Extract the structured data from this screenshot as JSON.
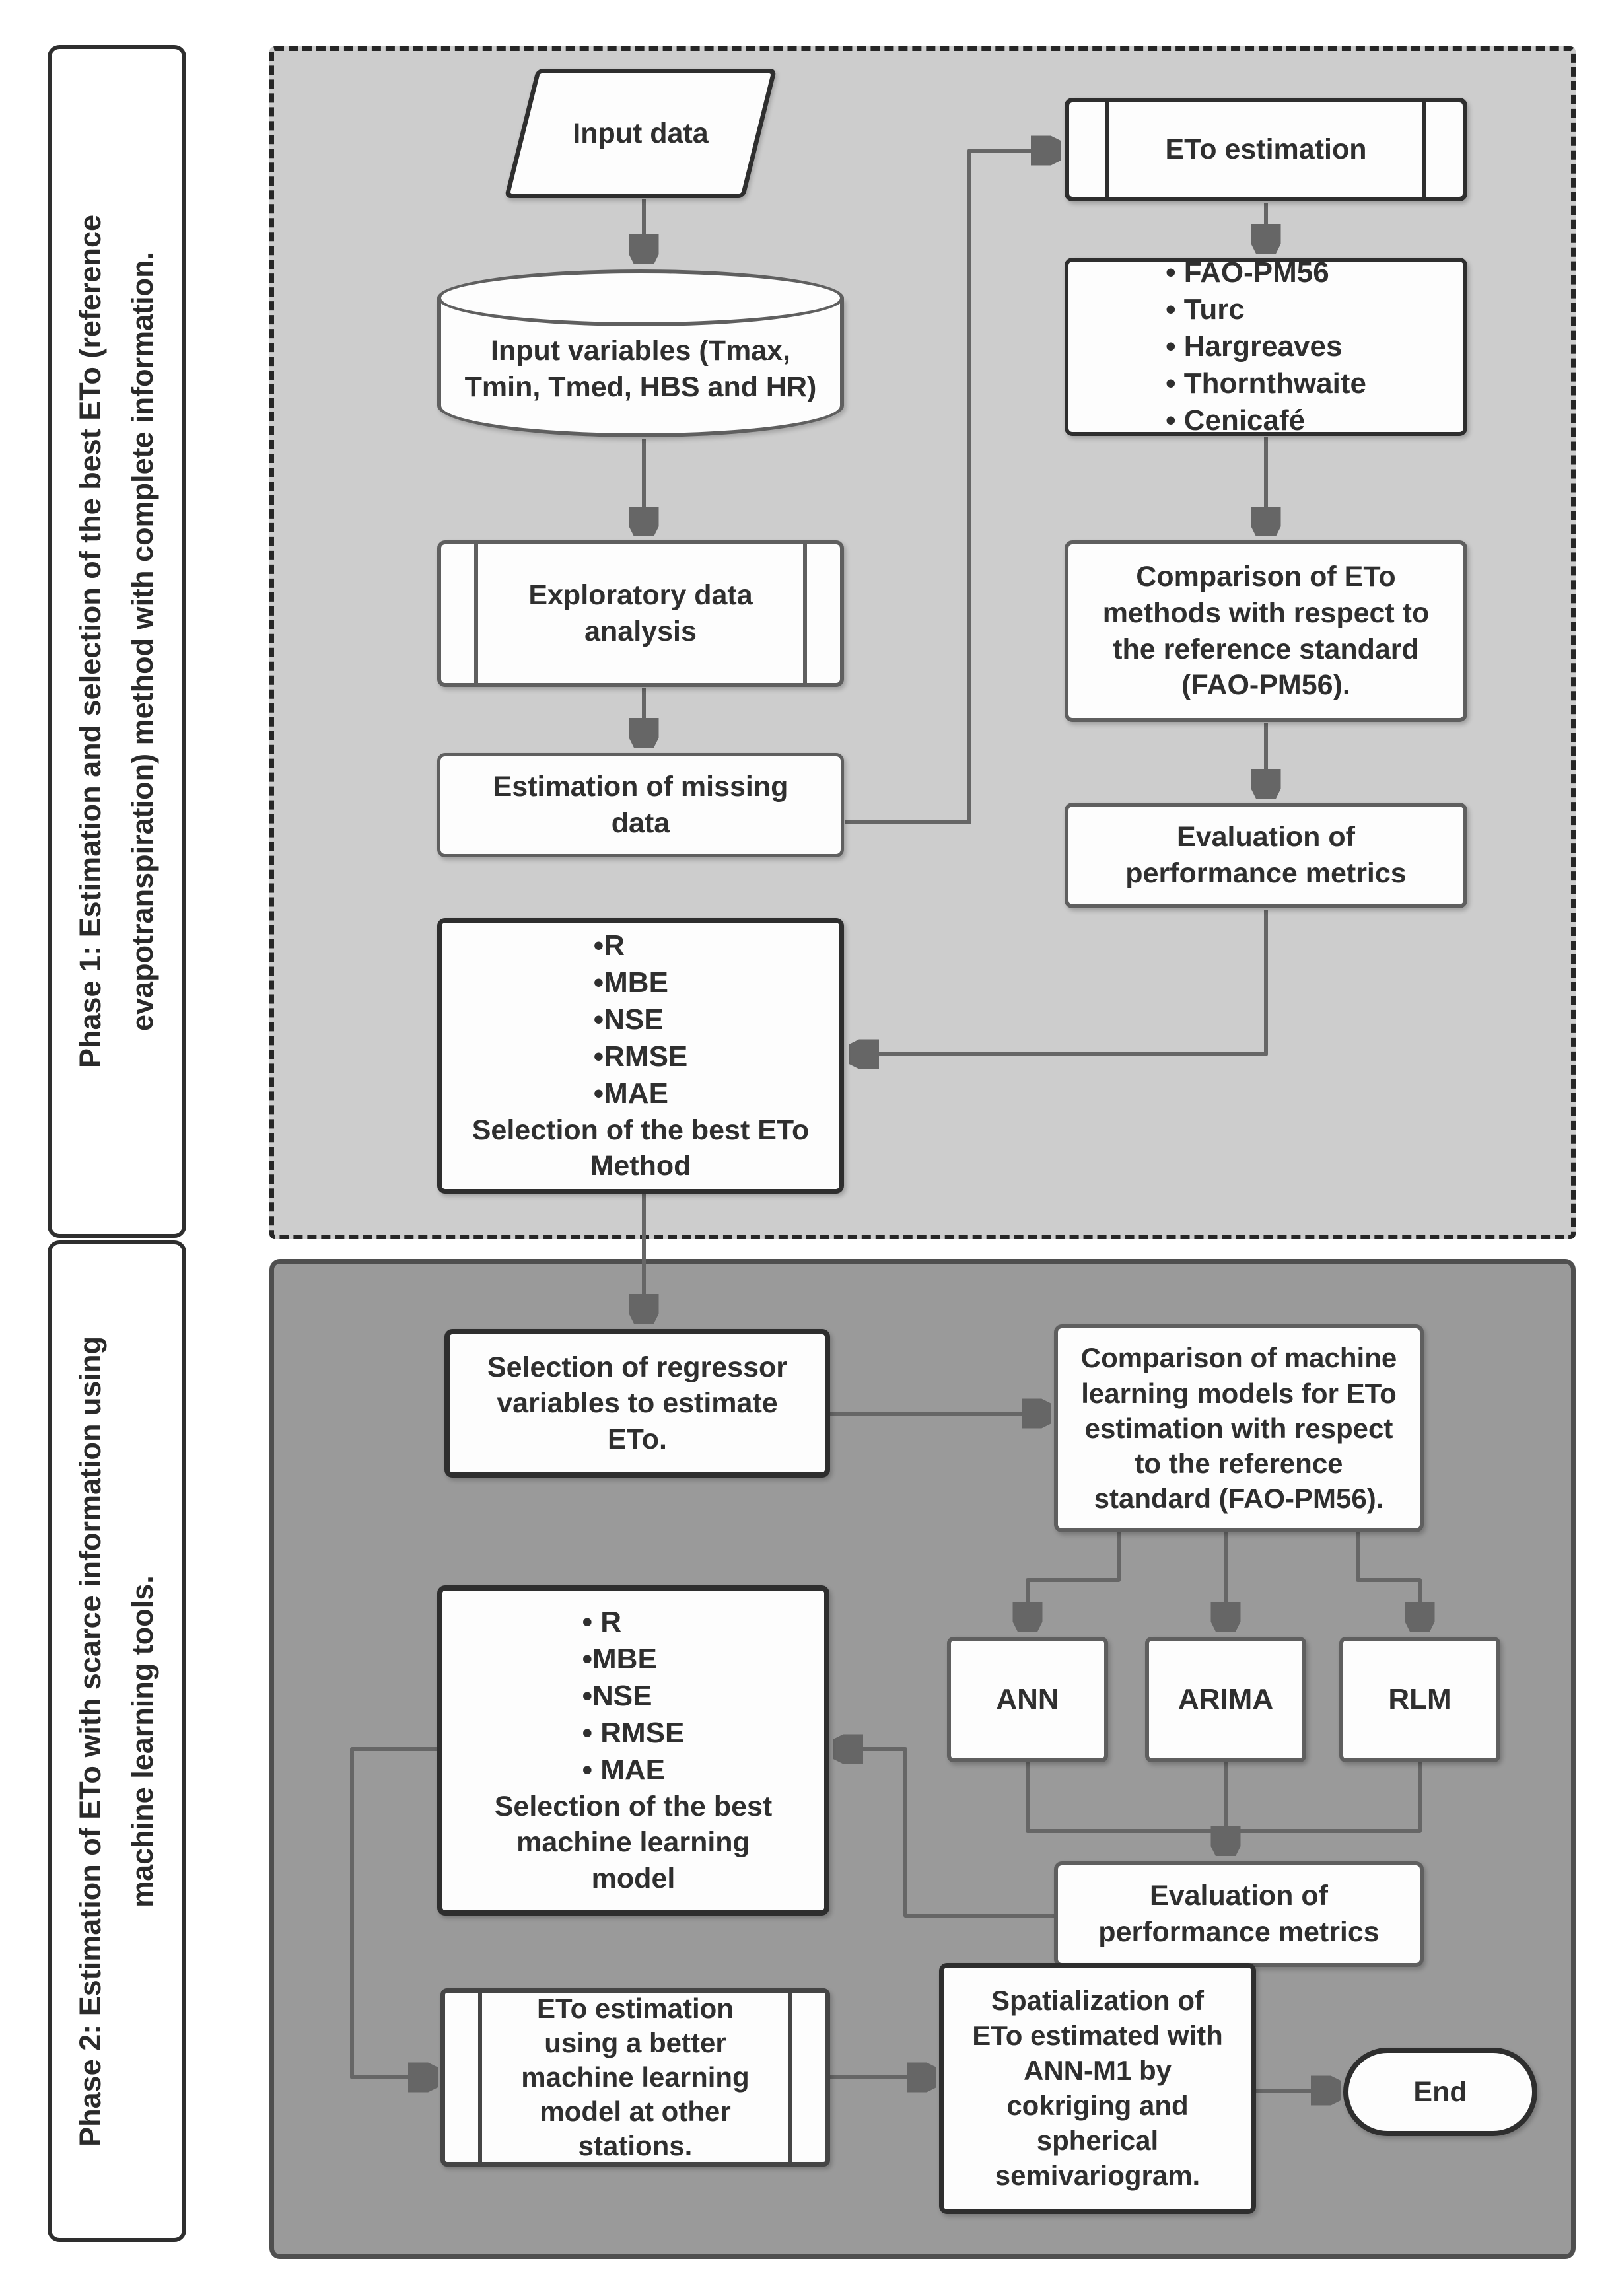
{
  "phase1": {
    "label": "Phase 1: Estimation and selection of the best ETo (reference\nevapotranspiration) method with complete information.",
    "input_data": "Input data",
    "input_variables": "Input variables (Tmax,\nTmin, Tmed, HBS and HR)",
    "exploratory": "Exploratory data\nanalysis",
    "missing_data": "Estimation of missing\ndata",
    "metrics_bullets": "•R\n•MBE\n•NSE\n•RMSE\n•MAE",
    "metrics_caption": "Selection of the best ETo\nMethod",
    "eto_estimation": "ETo estimation",
    "methods_bullets": "• FAO-PM56\n• Turc\n• Hargreaves\n• Thornthwaite\n• Cenicafé",
    "comparison": "Comparison of ETo\nmethods with respect to\nthe reference standard\n(FAO-PM56).",
    "evaluation": "Evaluation of\nperformance metrics"
  },
  "phase2": {
    "label": "Phase 2: Estimation of ETo with scarce information using\nmachine learning tools.",
    "selection_regressor": "Selection of regressor\nvariables to estimate\nETo.",
    "comparison_ml": "Comparison of machine\nlearning models for ETo\nestimation with respect\nto the reference\nstandard (FAO-PM56).",
    "models": {
      "ann": "ANN",
      "arima": "ARIMA",
      "rlm": "RLM"
    },
    "metrics_bullets": "• R\n•MBE\n•NSE\n• RMSE\n• MAE",
    "metrics_caption": "Selection of the best\nmachine learning\nmodel",
    "evaluation": "Evaluation of\nperformance metrics",
    "eto_other_stations": "ETo estimation\nusing a better\nmachine learning\nmodel at other\nstations.",
    "spatialization": "Spatialization of\nETo estimated with\nANN-M1 by\ncokriging and\nspherical\nsemivariogram.",
    "end": "End"
  },
  "colors": {
    "phase1_panel_fill": "#cdcdcd",
    "phase2_panel_fill": "#9a9a9a",
    "box_fill": "#fdfdfd",
    "dark_border": "#2e2e2e",
    "gray_border": "#5f5f5f",
    "connector": "#666666",
    "text": "#2f2f2f"
  }
}
